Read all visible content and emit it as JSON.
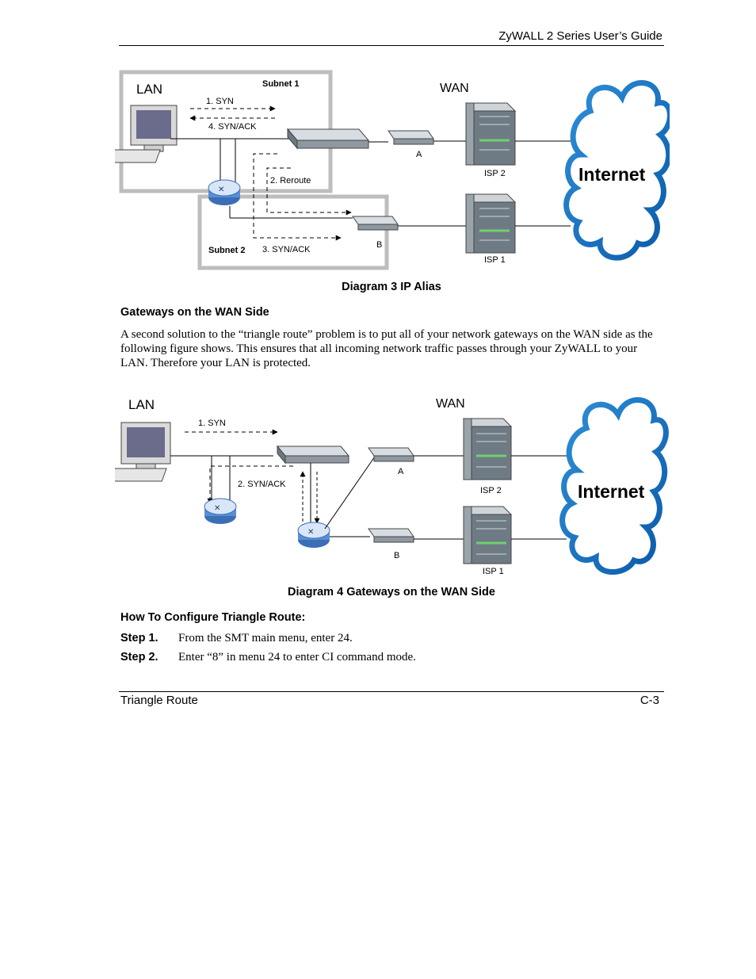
{
  "header": {
    "title": "ZyWALL 2 Series User’s Guide"
  },
  "diagram3": {
    "caption": "Diagram 3 IP Alias",
    "labels": {
      "lan": "LAN",
      "wan": "WAN",
      "subnet1": "Subnet 1",
      "subnet2": "Subnet 2",
      "syn": "1. SYN",
      "synack4": "4. SYN/ACK",
      "reroute": "2. Reroute",
      "synack3": "3. SYN/ACK",
      "a": "A",
      "b": "B",
      "isp2": "ISP 2",
      "isp1": "ISP 1",
      "internet": "Internet"
    }
  },
  "section1": {
    "heading": "Gateways on the WAN Side",
    "paragraph": "A second solution to the “triangle route” problem is to put all of your network gateways on the WAN side as the following figure shows. This ensures that all incoming network traffic passes through your ZyWALL to your LAN. Therefore your LAN is protected."
  },
  "diagram4": {
    "caption": "Diagram 4 Gateways on the WAN Side",
    "labels": {
      "lan": "LAN",
      "wan": "WAN",
      "syn": "1. SYN",
      "synack": "2. SYN/ACK",
      "a": "A",
      "b": "B",
      "isp2": "ISP 2",
      "isp1": "ISP 1",
      "internet": "Internet"
    }
  },
  "section2": {
    "heading": "How To Configure Triangle Route:",
    "steps": [
      {
        "label": "Step 1.",
        "text": "From the SMT main menu, enter 24."
      },
      {
        "label": "Step 2.",
        "text": "Enter “8” in menu 24 to enter CI command mode."
      }
    ]
  },
  "footer": {
    "left": "Triangle Route",
    "right": "C-3"
  }
}
